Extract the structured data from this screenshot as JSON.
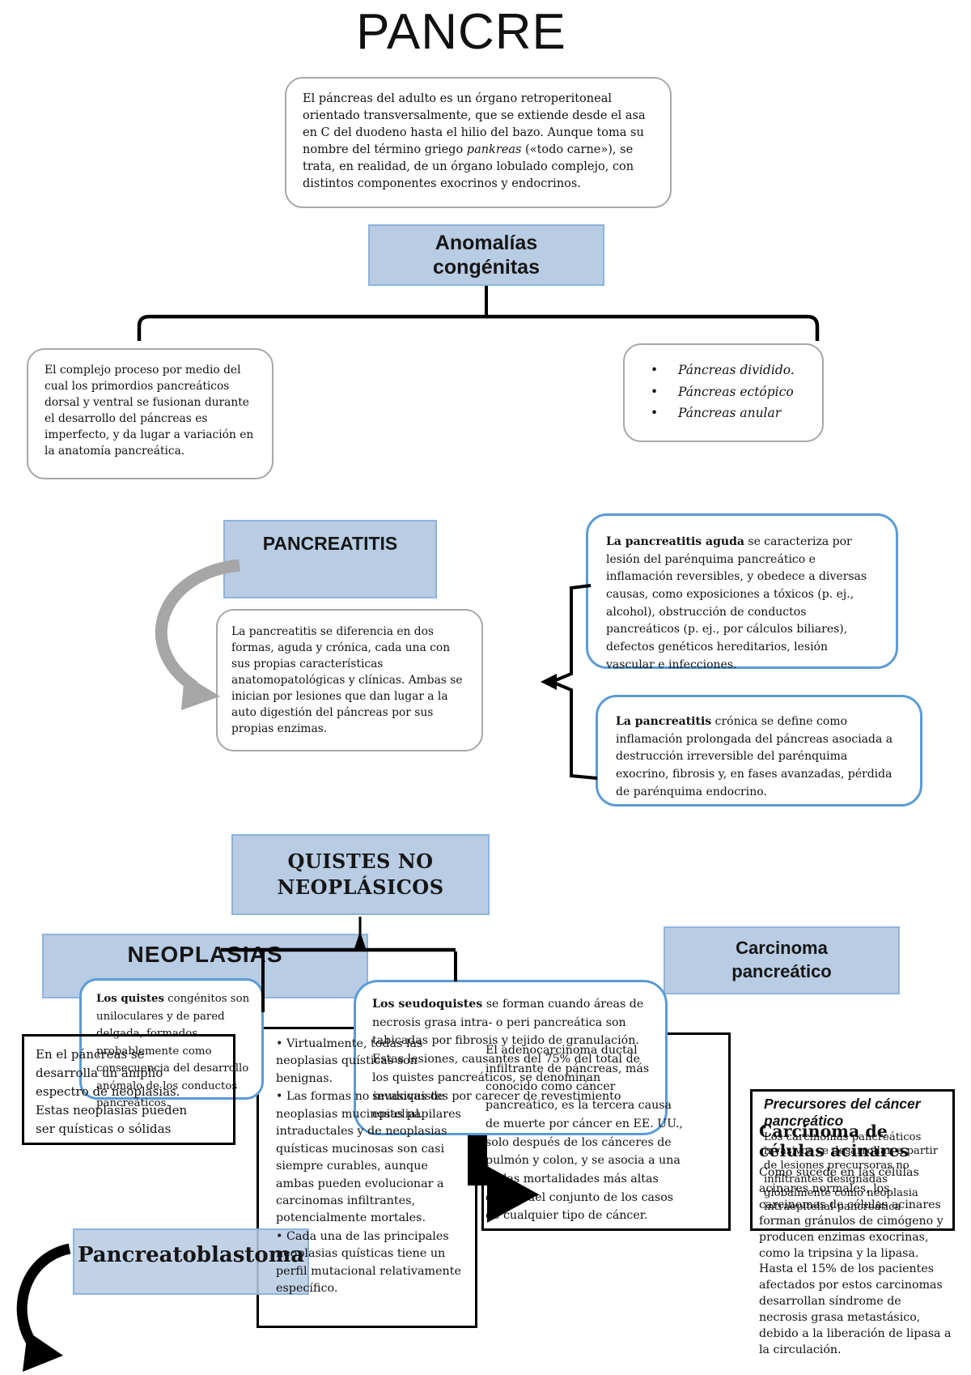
{
  "page_title": "PANCRE",
  "intro": {
    "text_1": "El páncreas del adulto es un órgano retroperitoneal orientado transversalmente, que se extiende desde el asa en C del duodeno hasta el hilio del bazo. Aunque toma su nombre del término griego ",
    "italic_word": "pankreas",
    "text_2": " («todo carne»), se trata, en realidad, de un órgano lobulado complejo, con distintos componentes exocrinos y endocrinos."
  },
  "anomalias": {
    "label": "Anomalías congénitas"
  },
  "proceso": {
    "text": "El complejo proceso por medio del cual los primordios pancreáticos dorsal y ventral se fusionan durante el desarrollo del páncreas es imperfecto, y da lugar a variación en la anatomía pancreática."
  },
  "variantes": {
    "items": [
      "Páncreas dividido.",
      "Páncreas ectópico",
      "Páncreas anular"
    ]
  },
  "pancreatitis": {
    "title": "PANCREATITIS",
    "desc": "La pancreatitis se diferencia en dos formas, aguda y crónica, cada una con sus propias características anatomopatológicas y clínicas. Ambas se inician por lesiones que dan lugar a la auto digestión del páncreas por sus propias enzimas.",
    "aguda_lead": "La pancreatitis aguda",
    "aguda_rest": " se caracteriza por lesión del parénquima pancreático e inflamación reversibles, y obedece a diversas causas, como exposiciones a tóxicos (p. ej., alcohol), obstrucción de conductos pancreáticos (p. ej., por cálculos biliares), defectos genéticos hereditarios, lesión vascular e infecciones.",
    "cronica_lead": "La pancreatitis",
    "cronica_rest": " crónica se define como inflamación prolongada del páncreas asociada a destrucción irreversible del parénquima exocrino, fibrosis y, en fases avanzadas, pérdida de parénquima endocrino."
  },
  "quistes_no_neoplasicos": {
    "title": "QUISTES NO NEOPLÁSICOS"
  },
  "neoplasias": {
    "title": "NEOPLASIAS"
  },
  "carcinoma": {
    "title": "Carcinoma pancreático"
  },
  "quistes": {
    "lead": "Los quistes",
    "rest": " congénitos son uniloculares y de pared delgada, formados probablemente como consecuencia del desarrollo anómalo de los conductos pancreáticos."
  },
  "seudoquistes": {
    "lead": "Los seudoquistes",
    "rest": " se forman cuando áreas de necrosis grasa intra- o peri pancreática son tabicadas por fibrosis y tejido de granulación. Estas lesiones, causantes del 75% del total de los quistes pancreáticos, se denominan seudoquistes por carecer de revestimiento epitelial."
  },
  "espectro": {
    "text": "En el páncreas se desarrolla un amplio espectro de neoplasias. Estas neoplasias pueden ser quísticas o sólidas"
  },
  "middle": {
    "bullets": [
      "Virtualmente, todas las neoplasias quísticas son benignas.",
      "Las formas no invasivas de neoplasias mucinosas papilares intraductales y de neoplasias quísticas mucinosas son casi siempre curables, aunque ambas pueden evolucionar a carcinomas infiltrantes, potencialmente mortales.",
      "Cada una de las principales neoplasias quísticas tiene un perfil mutacional relativamente específico."
    ]
  },
  "adenocarcinoma": {
    "text": "El adenocarcinoma ductal infiltrante de páncreas, más conocido como cáncer pancreático, es la tercera causa de muerte por cáncer en EE. UU., solo después de los cánceres de pulmón y colon, y se asocia a una de las mortalidades más altas dentro del conjunto de los casos de cualquier tipo de cáncer."
  },
  "precursores": {
    "heading": "Precursores del cáncer pancreático",
    "body": "Los carcinomas pancreáticos invasivos se desarrollan a partir de lesiones precursoras no infiltrantes designadas globalmente como neoplasia intraepitelial pancreática"
  },
  "acinares": {
    "heading": "Carcinoma de células acinares",
    "body": "Como sucede en las células acinares normales, los carcinomas de células acinares forman gránulos de cimógeno y producen enzimas exocrinas, como la tripsina y la lipasa. Hasta el 15% de los pacientes afectados por estos carcinomas desarrollan síndrome de necrosis grasa metastásico, debido a la liberación de lipasa a la circulación."
  },
  "pancreatoblastoma": {
    "label": "Pancreatoblastoma"
  },
  "colors": {
    "node_fill": "#b8cce4",
    "node_border": "#8eb4dc",
    "callout_blue_border": "#5b9bd5",
    "gray_border": "#a8a8a8",
    "connector_black": "#000000",
    "connector_gray": "#a6a6a6"
  }
}
